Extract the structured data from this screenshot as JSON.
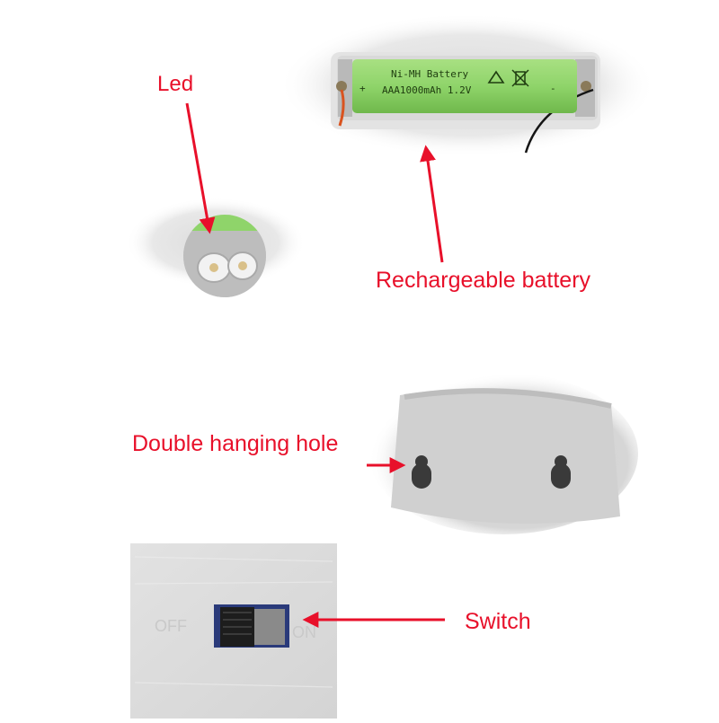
{
  "labels": {
    "led": "Led",
    "battery": "Rechargeable battery",
    "hanging_hole": "Double hanging hole",
    "switch": "Switch"
  },
  "battery": {
    "line1": "Ni-MH Battery",
    "line2": "AAA1000mAh 1.2V",
    "plus": "+",
    "minus": "-"
  },
  "switch_panel": {
    "off": "OFF",
    "on": "ON"
  },
  "colors": {
    "label_red": "#e8102a",
    "arrow_red": "#e8102a",
    "battery_green": "#8fd46a",
    "panel_grey": "#d8d8d8"
  }
}
